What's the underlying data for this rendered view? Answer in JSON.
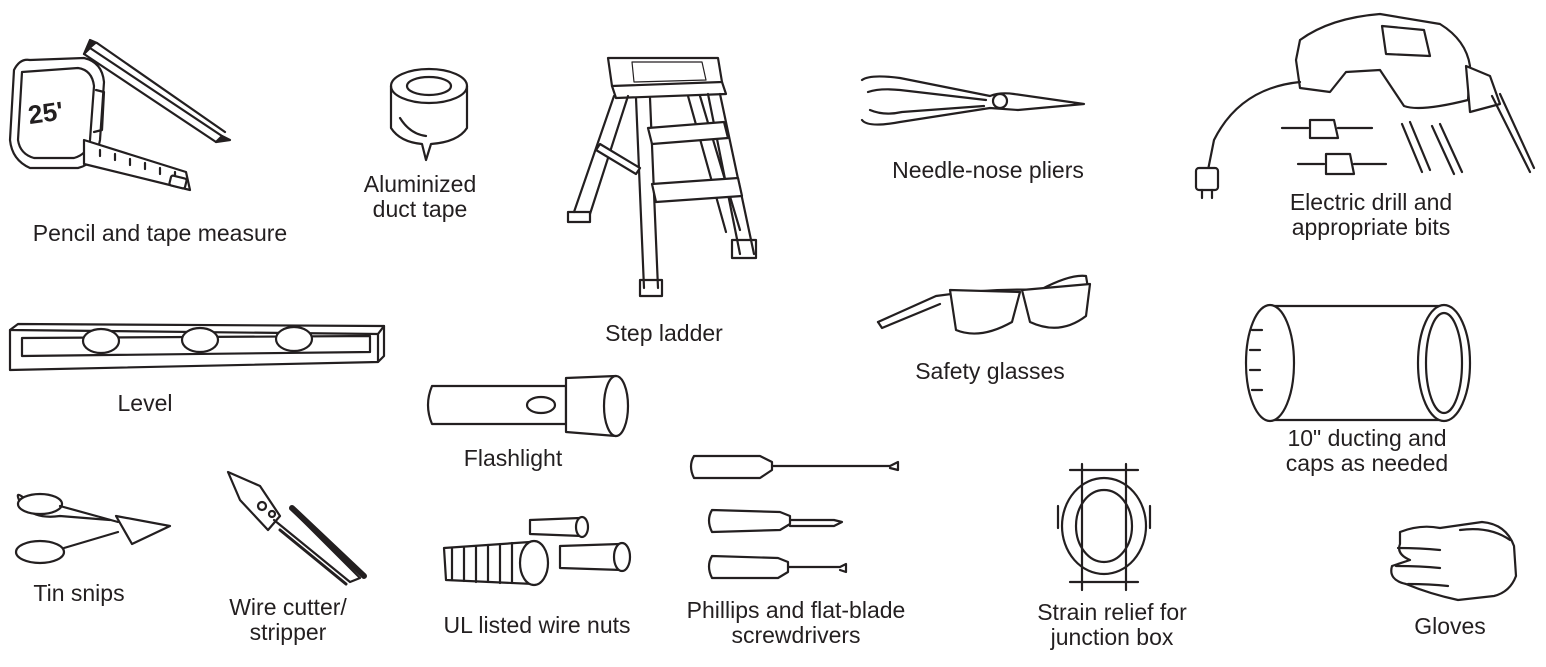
{
  "tools": {
    "pencil_tape": {
      "line1": "Pencil and tape measure",
      "tape_marking": "25'"
    },
    "duct_tape": {
      "line1": "Aluminized",
      "line2": "duct tape"
    },
    "step_ladder": {
      "line1": "Step ladder"
    },
    "pliers": {
      "line1": "Needle-nose pliers"
    },
    "drill": {
      "line1": "Electric drill and",
      "line2": "appropriate bits"
    },
    "level": {
      "line1": "Level"
    },
    "safety_glasses": {
      "line1": "Safety glasses"
    },
    "ducting": {
      "line1": "10\" ducting and",
      "line2": "caps as needed"
    },
    "flashlight": {
      "line1": "Flashlight"
    },
    "tin_snips": {
      "line1": "Tin snips"
    },
    "wire_cutter": {
      "line1": "Wire cutter/",
      "line2": "stripper"
    },
    "wire_nuts": {
      "line1": "UL listed wire nuts"
    },
    "screwdrivers": {
      "line1": "Phillips and flat-blade",
      "line2": "screwdrivers"
    },
    "strain_relief": {
      "line1": "Strain relief for",
      "line2": "junction box"
    },
    "gloves": {
      "line1": "Gloves"
    }
  }
}
